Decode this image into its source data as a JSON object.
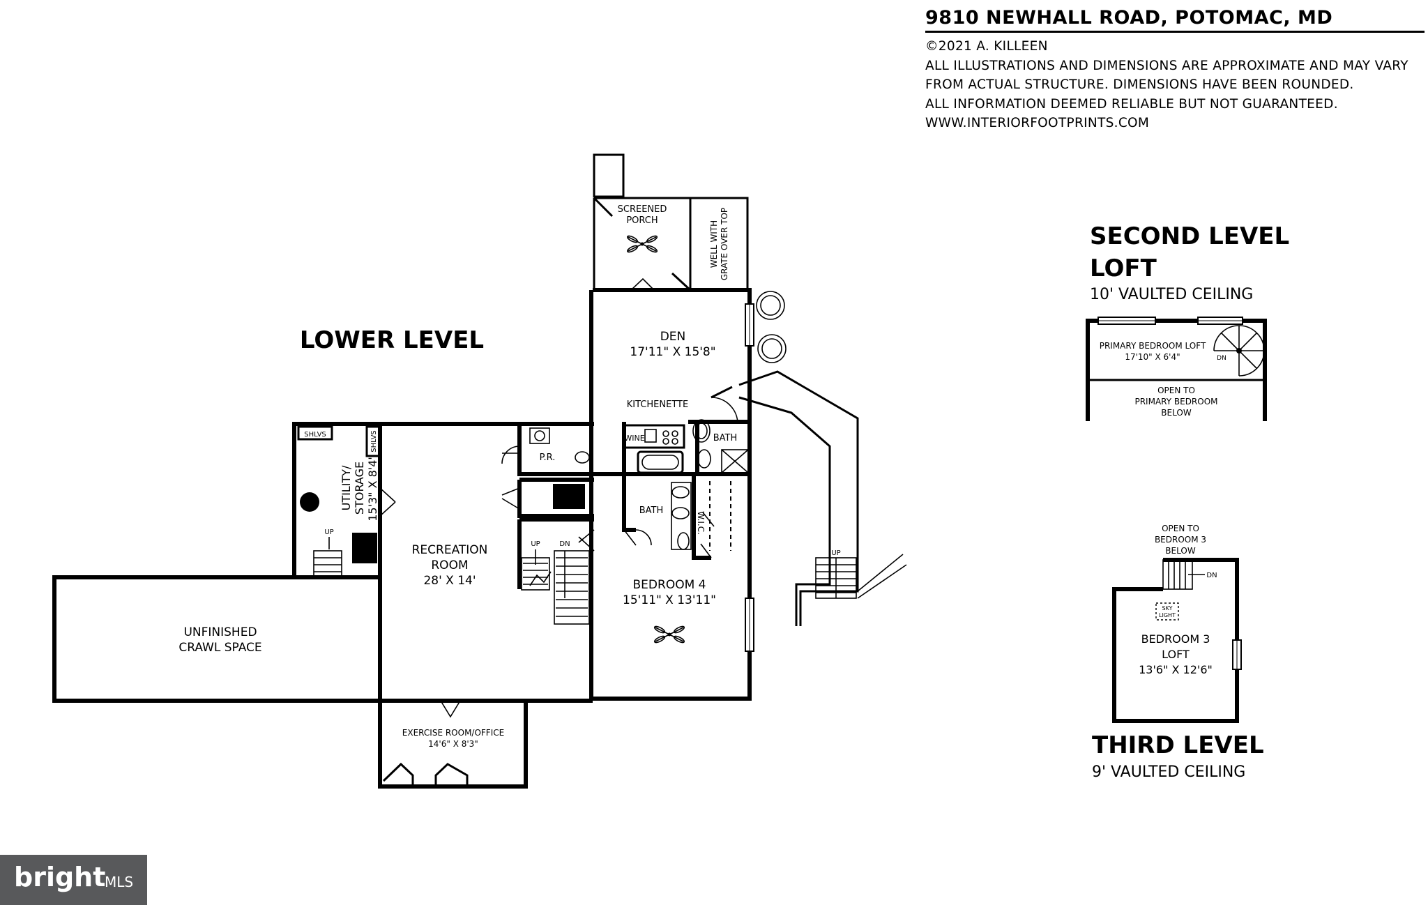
{
  "header": {
    "address": "9810 NEWHALL ROAD, POTOMAC, MD",
    "copyright": "©2021 A. KILLEEN",
    "disclaimer_line1": "ALL ILLUSTRATIONS AND DIMENSIONS ARE APPROXIMATE AND MAY VARY",
    "disclaimer_line2": "FROM ACTUAL STRUCTURE. DIMENSIONS HAVE BEEN ROUNDED.",
    "disclaimer_line3": "ALL INFORMATION DEEMED RELIABLE BUT NOT GUARANTEED.",
    "website": "WWW.INTERIORFOOTPRINTS.COM"
  },
  "lower_level": {
    "title": "LOWER LEVEL",
    "rooms": {
      "screened_porch": [
        "SCREENED",
        "PORCH"
      ],
      "well": [
        "WELL WITH",
        "GRATE OVER TOP"
      ],
      "den": {
        "name": "DEN",
        "dims": "17'11\" X 15'8\""
      },
      "kitchenette": "KITCHENETTE",
      "wine": "WINE",
      "bath_upper": "BATH",
      "bath_lower": "BATH",
      "wic": "W.I.C.",
      "pr": "P.R.",
      "utility": {
        "name": "UTILITY/",
        "name2": "STORAGE",
        "dims": "15'3\" X 8'4\""
      },
      "shlvs_1": "SHLVS",
      "shlvs_2": "SHLVS",
      "recreation": {
        "name": "RECREATION",
        "name2": "ROOM",
        "dims": "28' X 14'"
      },
      "bedroom4": {
        "name": "BEDROOM 4",
        "dims": "15'11\" X 13'11\""
      },
      "crawl": {
        "name": "UNFINISHED",
        "name2": "CRAWL SPACE"
      },
      "exercise": {
        "name": "EXERCISE ROOM/OFFICE",
        "dims": "14'6\" X 8'3\""
      }
    },
    "stairs": {
      "up_1": "UP",
      "up_2": "UP",
      "dn_1": "DN",
      "up_3": "UP"
    }
  },
  "second_level": {
    "title": "SECOND LEVEL",
    "title2": "LOFT",
    "ceiling": "10' VAULTED CEILING",
    "room": {
      "name": "PRIMARY BEDROOM LOFT",
      "dims": "17'10\" X 6'4\""
    },
    "dn": "DN",
    "open_to": [
      "OPEN TO",
      "PRIMARY BEDROOM",
      "BELOW"
    ]
  },
  "third_level": {
    "title": "THIRD LEVEL",
    "ceiling": "9' VAULTED CEILING",
    "open_to": [
      "OPEN TO",
      "BEDROOM 3",
      "BELOW"
    ],
    "dn": "DN",
    "skylight": [
      "SKY",
      "LIGHT"
    ],
    "room": {
      "name": "BEDROOM 3",
      "name2": "LOFT",
      "dims": "13'6\" X 12'6\""
    }
  },
  "logo": {
    "brand": "bright",
    "suffix": "MLS"
  }
}
